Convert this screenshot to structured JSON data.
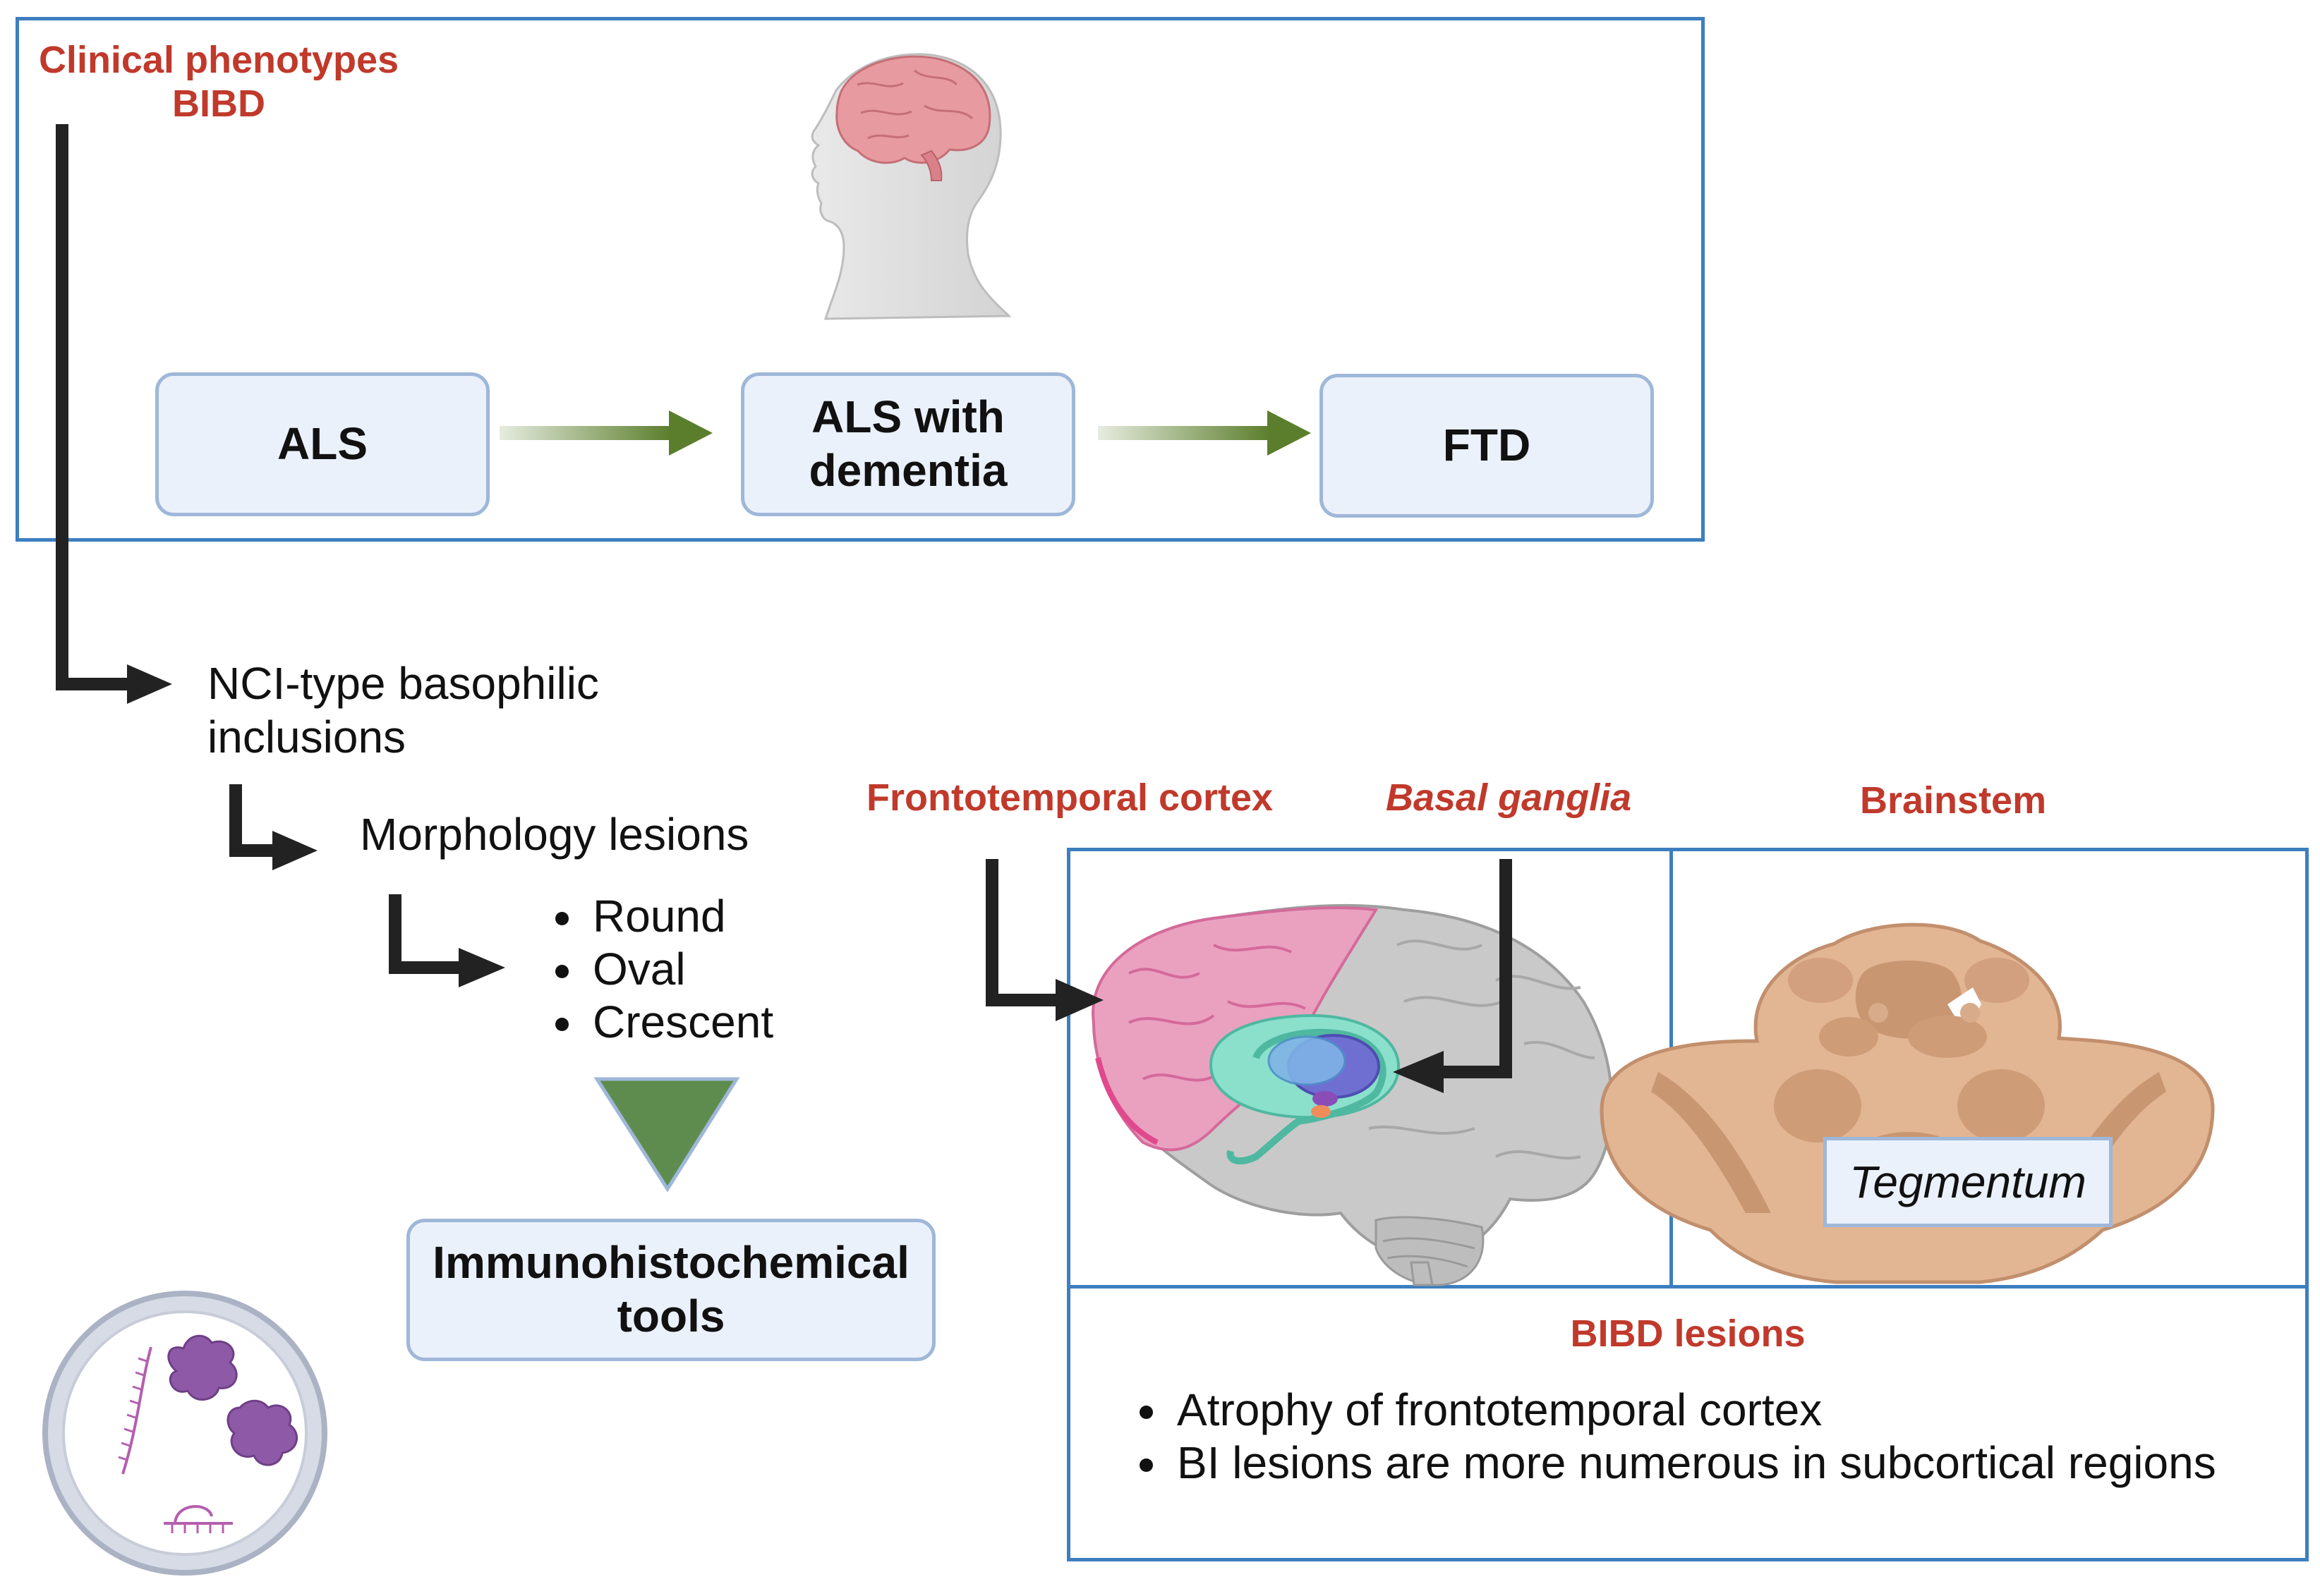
{
  "phenotypes": {
    "title_line1": "Clinical phenotypes",
    "title_line2": "BIBD",
    "stages": [
      "ALS",
      "ALS with dementia",
      "FTD"
    ]
  },
  "inclusions": {
    "heading": "NCI-type basophilic inclusions",
    "morphology": "Morphology lesions",
    "shapes": [
      "Round",
      "Oval",
      "Crescent"
    ],
    "tools": "Immunohistochemical tools"
  },
  "regions": {
    "frontotemporal": "Frontotemporal cortex",
    "basal_ganglia": "Basal ganglia",
    "brainstem": "Brainstem",
    "tegmentum": "Tegmentum"
  },
  "lesions": {
    "title": "BIBD lesions",
    "items": [
      "Atrophy of frontotemporal cortex",
      "BI lesions are more numerous in subcortical regions"
    ]
  },
  "colors": {
    "frame": "#3d7ebf",
    "title_red": "#c0392b",
    "arrow_green": "#5b7e2c",
    "triangle_green": "#5e8c4f",
    "box_fill": "#eaf1fb"
  }
}
